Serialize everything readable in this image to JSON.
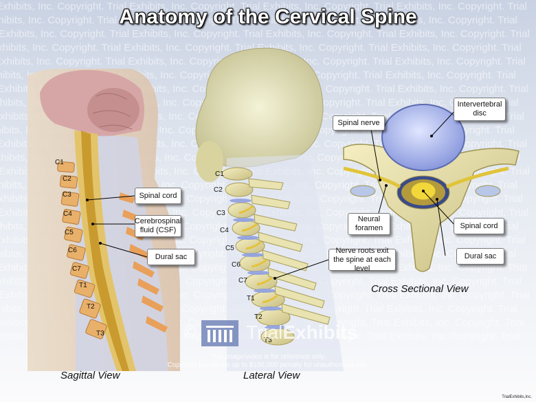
{
  "title": "Anatomy of the Cervical Spine",
  "watermark_text": "Exhibits, Inc. Copyright. Trial Exhibits, Inc. Copyright. Trial Exhibits, Inc. Copyright. Trial Exhibits, Inc. Copyright. Trial",
  "sagittal": {
    "vertebrae": [
      "C1",
      "C2",
      "C3",
      "C4",
      "C5",
      "C6",
      "C7",
      "T1",
      "T2",
      "T3"
    ],
    "labels": {
      "spinal_cord": "Spinal cord",
      "csf": "Cerebrospinal fluid (CSF)",
      "dural_sac": "Dural sac"
    },
    "view_label": "Sagittal View"
  },
  "lateral": {
    "vertebrae": [
      "C1",
      "C2",
      "C3",
      "C4",
      "C5",
      "C6",
      "C7",
      "T1",
      "T2",
      "T3"
    ],
    "labels": {
      "nerve_roots": "Nerve roots exit the spine at each level"
    },
    "view_label": "Lateral View"
  },
  "cross": {
    "labels": {
      "intervertebral_disc": "Intervertebral disc",
      "spinal_nerve": "Spinal nerve",
      "neural_foramen": "Neural foramen",
      "spinal_cord": "Spinal cord",
      "dural_sac": "Dural sac"
    },
    "view_label": "Cross Sectional View"
  },
  "logo": {
    "copyright_symbol": "©",
    "name_part1": "Trial",
    "name_part2": "Exhibits"
  },
  "notice": {
    "line1": "This image/video is for reference only.",
    "line2": "Copyright law allows up to $150,000 penalty for unauthorized use."
  },
  "footer": "TrialExhibits,Inc."
}
